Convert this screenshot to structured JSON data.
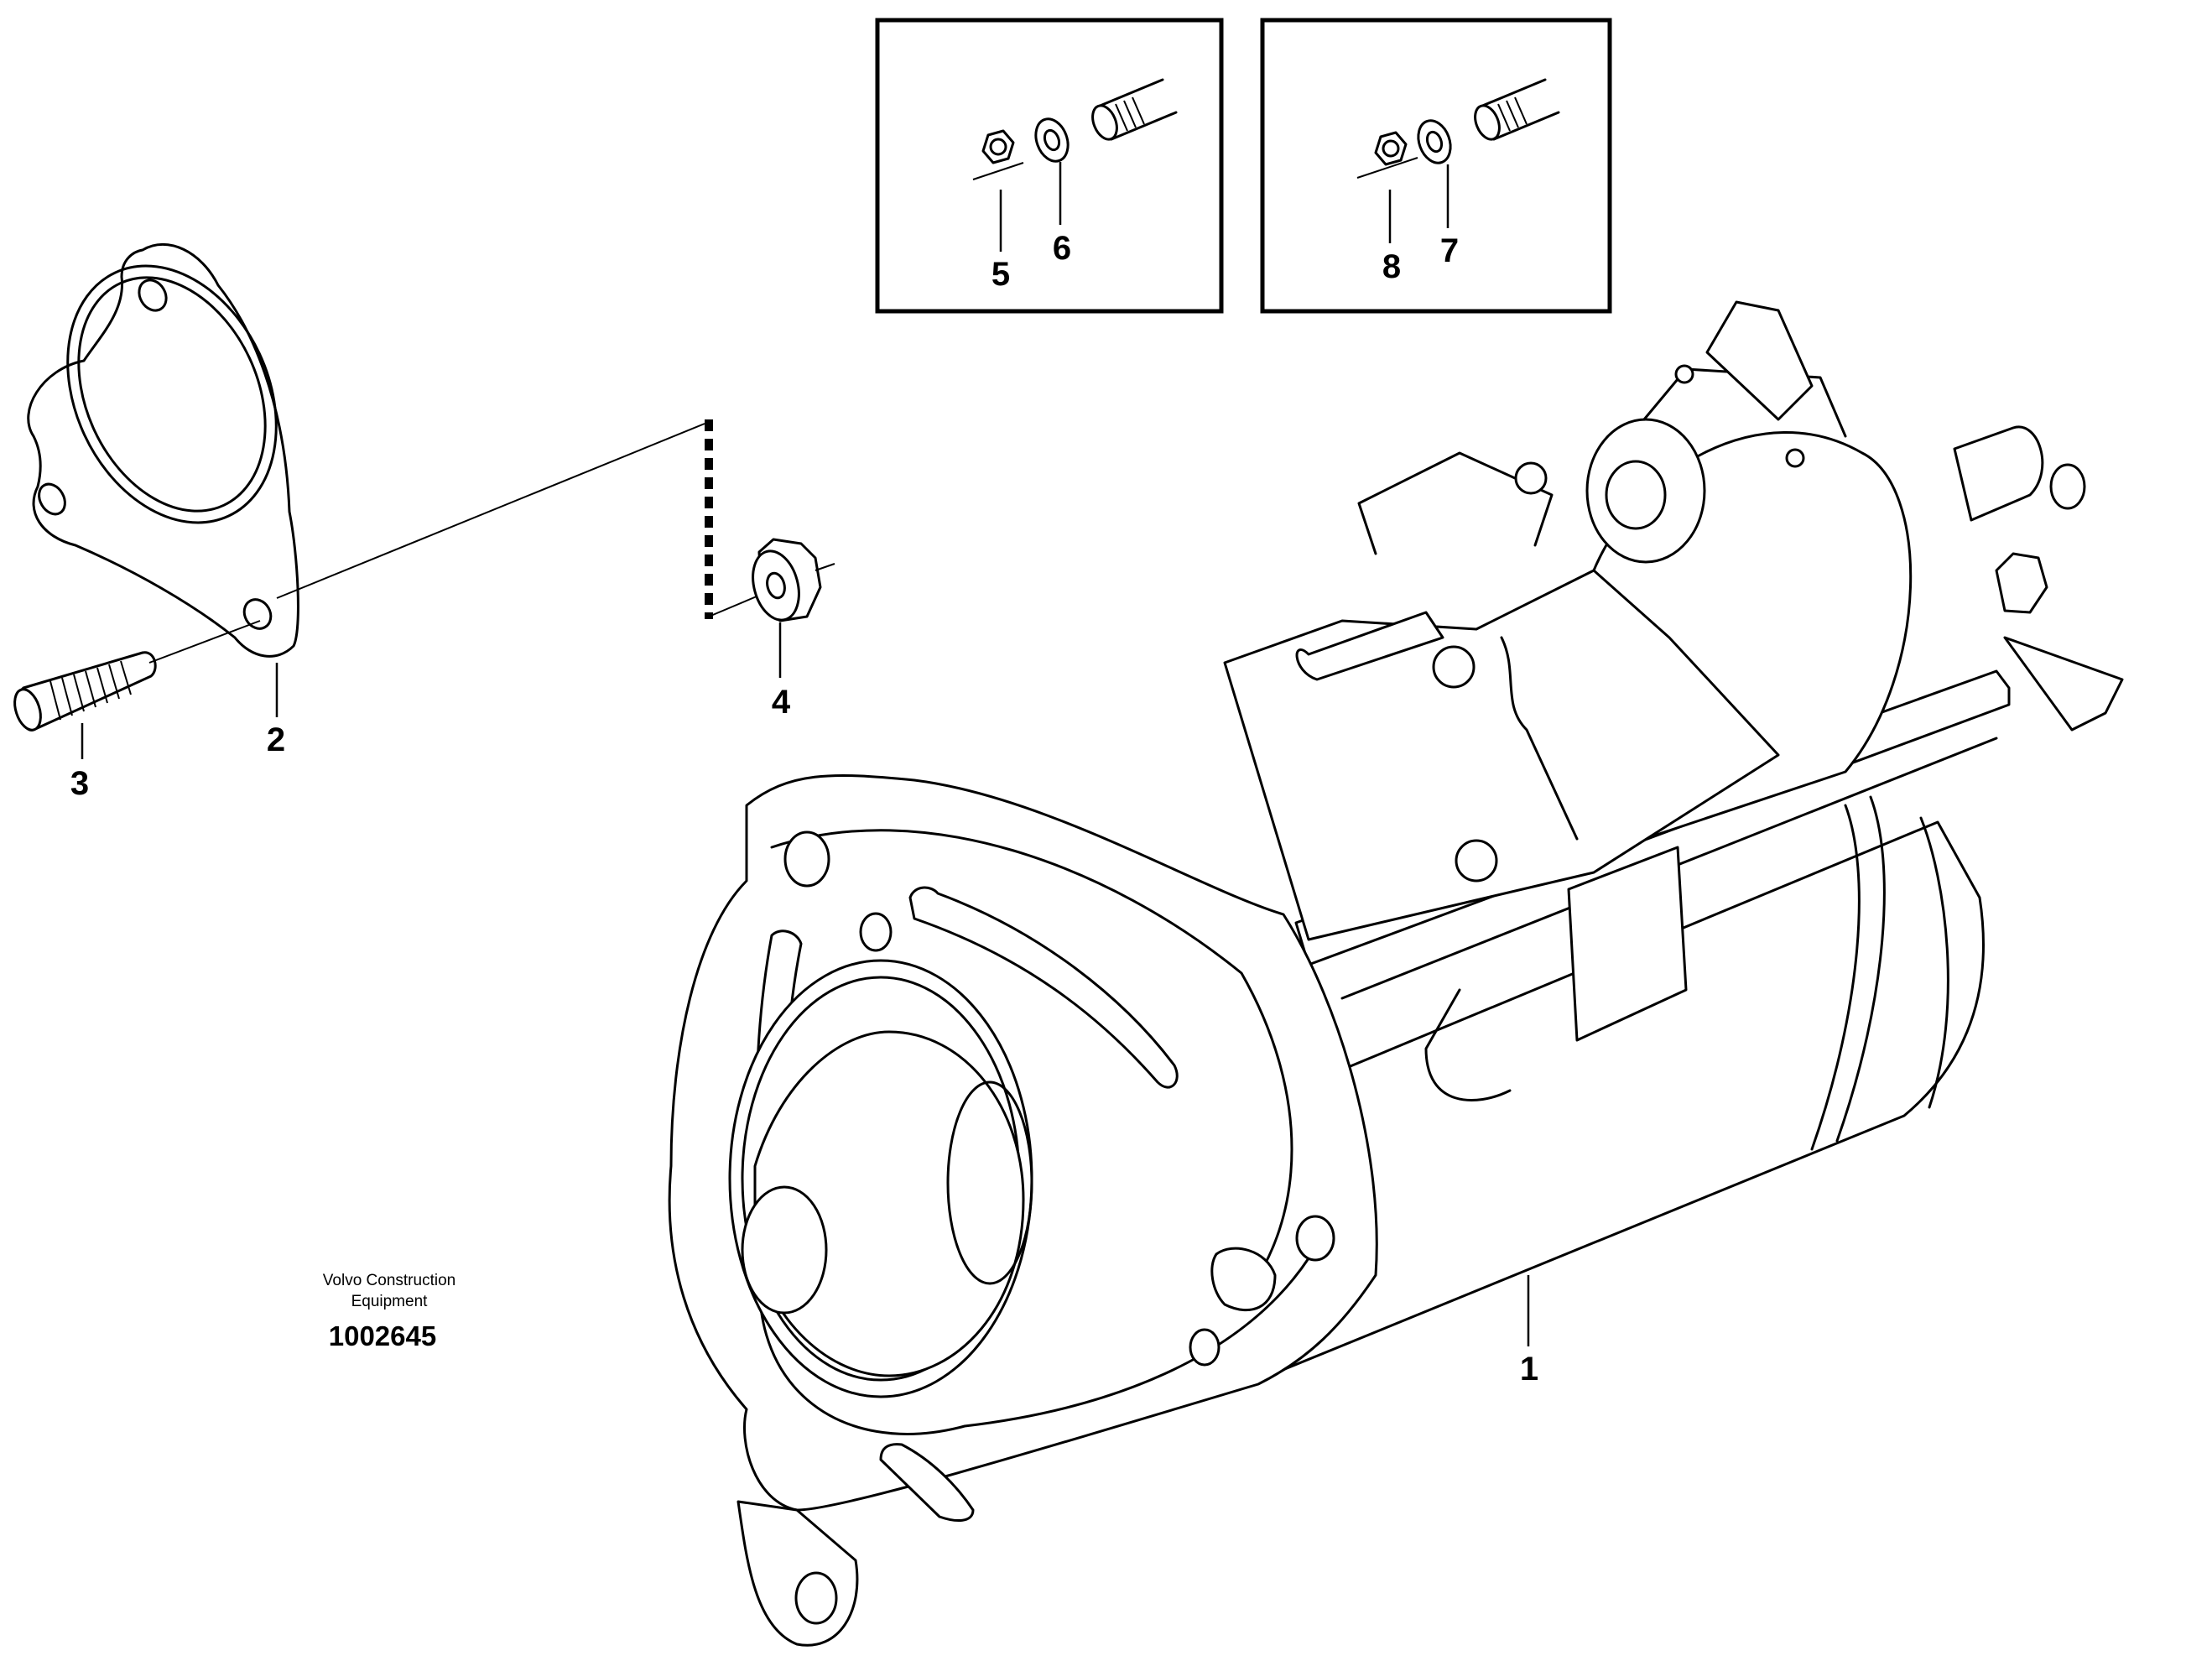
{
  "parts": [
    {
      "id": "1",
      "label": "1"
    },
    {
      "id": "2",
      "label": "2"
    },
    {
      "id": "3",
      "label": "3"
    },
    {
      "id": "4",
      "label": "4"
    },
    {
      "id": "5",
      "label": "5"
    },
    {
      "id": "6",
      "label": "6"
    },
    {
      "id": "7",
      "label": "7"
    },
    {
      "id": "8",
      "label": "8"
    }
  ],
  "credit": {
    "line1": "Volvo Construction",
    "line2": "Equipment",
    "number": "1002645"
  }
}
